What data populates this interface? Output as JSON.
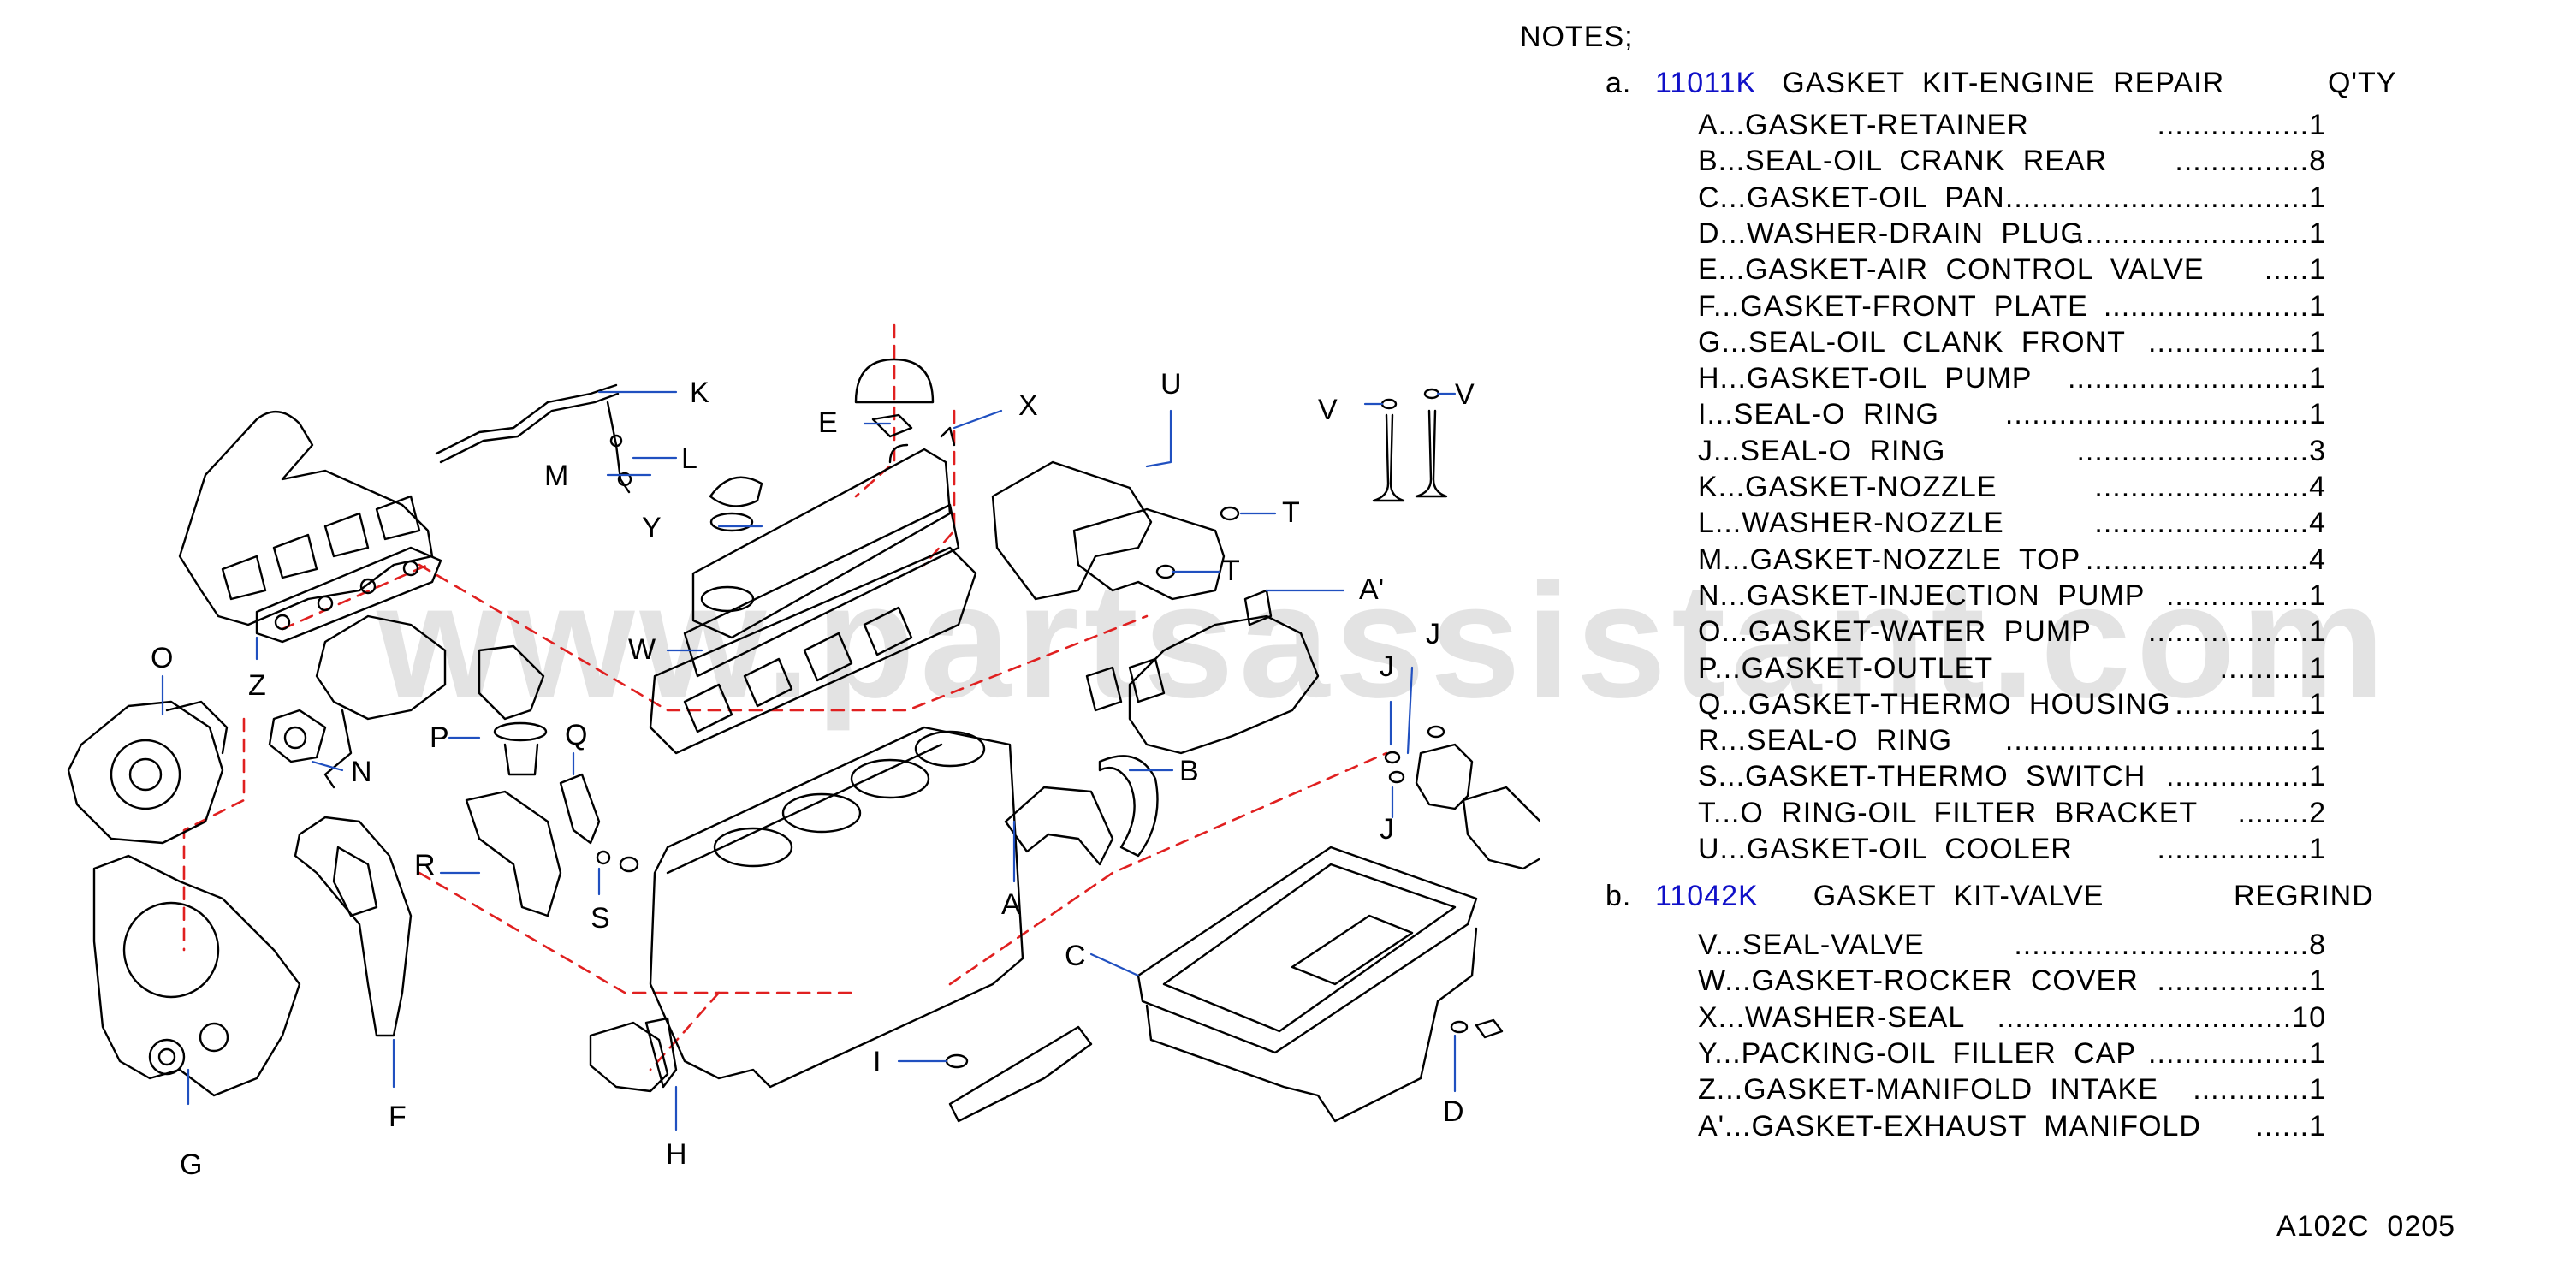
{
  "watermark": "www.partsassistant.com",
  "notes_title": "NOTES;",
  "kit_a": {
    "letter": "a.",
    "code": "11011K",
    "name": "GASKET KIT-ENGINE REPAIR",
    "qty_header": "Q'TY",
    "items": [
      {
        "label": "A...GASKET-RETAINER",
        "qty": ".................1"
      },
      {
        "label": "B...SEAL-OIL CRANK REAR",
        "qty": "...............8"
      },
      {
        "label": "C...GASKET-OIL PAN",
        "qty": "..................................1"
      },
      {
        "label": "D...WASHER-DRAIN PLUG",
        "qty": "...........................1"
      },
      {
        "label": "E...GASKET-AIR CONTROL VALVE",
        "qty": ".....1"
      },
      {
        "label": "F...GASKET-FRONT PLATE",
        "qty": ".......................1"
      },
      {
        "label": "G...SEAL-OIL CLANK FRONT",
        "qty": "..................1"
      },
      {
        "label": "H...GASKET-OIL PUMP",
        "qty": "...........................1"
      },
      {
        "label": "I...SEAL-O RING",
        "qty": "..................................1"
      },
      {
        "label": "J...SEAL-O RING",
        "qty": "..........................3"
      },
      {
        "label": "K...GASKET-NOZZLE",
        "qty": "........................4"
      },
      {
        "label": "L...WASHER-NOZZLE",
        "qty": "........................4"
      },
      {
        "label": "M...GASKET-NOZZLE TOP",
        "qty": ".........................4"
      },
      {
        "label": "N...GASKET-INJECTION PUMP",
        "qty": "................1"
      },
      {
        "label": "O...GASKET-WATER PUMP",
        "qty": "..................1"
      },
      {
        "label": "P...GASKET-OUTLET",
        "qty": "..........1"
      },
      {
        "label": "Q...GASKET-THERMO HOUSING",
        "qty": "...............1"
      },
      {
        "label": "R...SEAL-O RING",
        "qty": "..................................1"
      },
      {
        "label": "S...GASKET-THERMO SWITCH",
        "qty": "................1"
      },
      {
        "label": "T...O RING-OIL FILTER BRACKET",
        "qty": "........2"
      },
      {
        "label": "U...GASKET-OIL COOLER",
        "qty": ".................1"
      }
    ]
  },
  "kit_b": {
    "letter": "b.",
    "code": "11042K",
    "name": "GASKET KIT-VALVE",
    "name_extra": "REGRIND",
    "items": [
      {
        "label": "V...SEAL-VALVE",
        "qty": ".................................8"
      },
      {
        "label": "W...GASKET-ROCKER COVER",
        "qty": ".................1"
      },
      {
        "label": "X...WASHER-SEAL",
        "qty": ".................................10"
      },
      {
        "label": "Y...PACKING-OIL FILLER CAP",
        "qty": "..................1"
      },
      {
        "label": "Z...GASKET-MANIFOLD INTAKE",
        "qty": ".............1"
      },
      {
        "label": "A'...GASKET-EXHAUST MANIFOLD",
        "qty": "......1"
      }
    ]
  },
  "drawing_code": "A102C 0205",
  "callouts": {
    "K": "K",
    "E": "E",
    "X": "X",
    "U": "U",
    "V1": "V",
    "V2": "V",
    "L": "L",
    "M": "M",
    "Y": "Y",
    "T1": "T",
    "T2": "T",
    "A2": "A'",
    "W": "W",
    "J1": "J",
    "J2": "J",
    "J3": "J",
    "O": "O",
    "Z": "Z",
    "P": "P",
    "Q": "Q",
    "N": "N",
    "B": "B",
    "R": "R",
    "S": "S",
    "A": "A",
    "C": "C",
    "I": "I",
    "F": "F",
    "G": "G",
    "H": "H",
    "D": "D"
  }
}
